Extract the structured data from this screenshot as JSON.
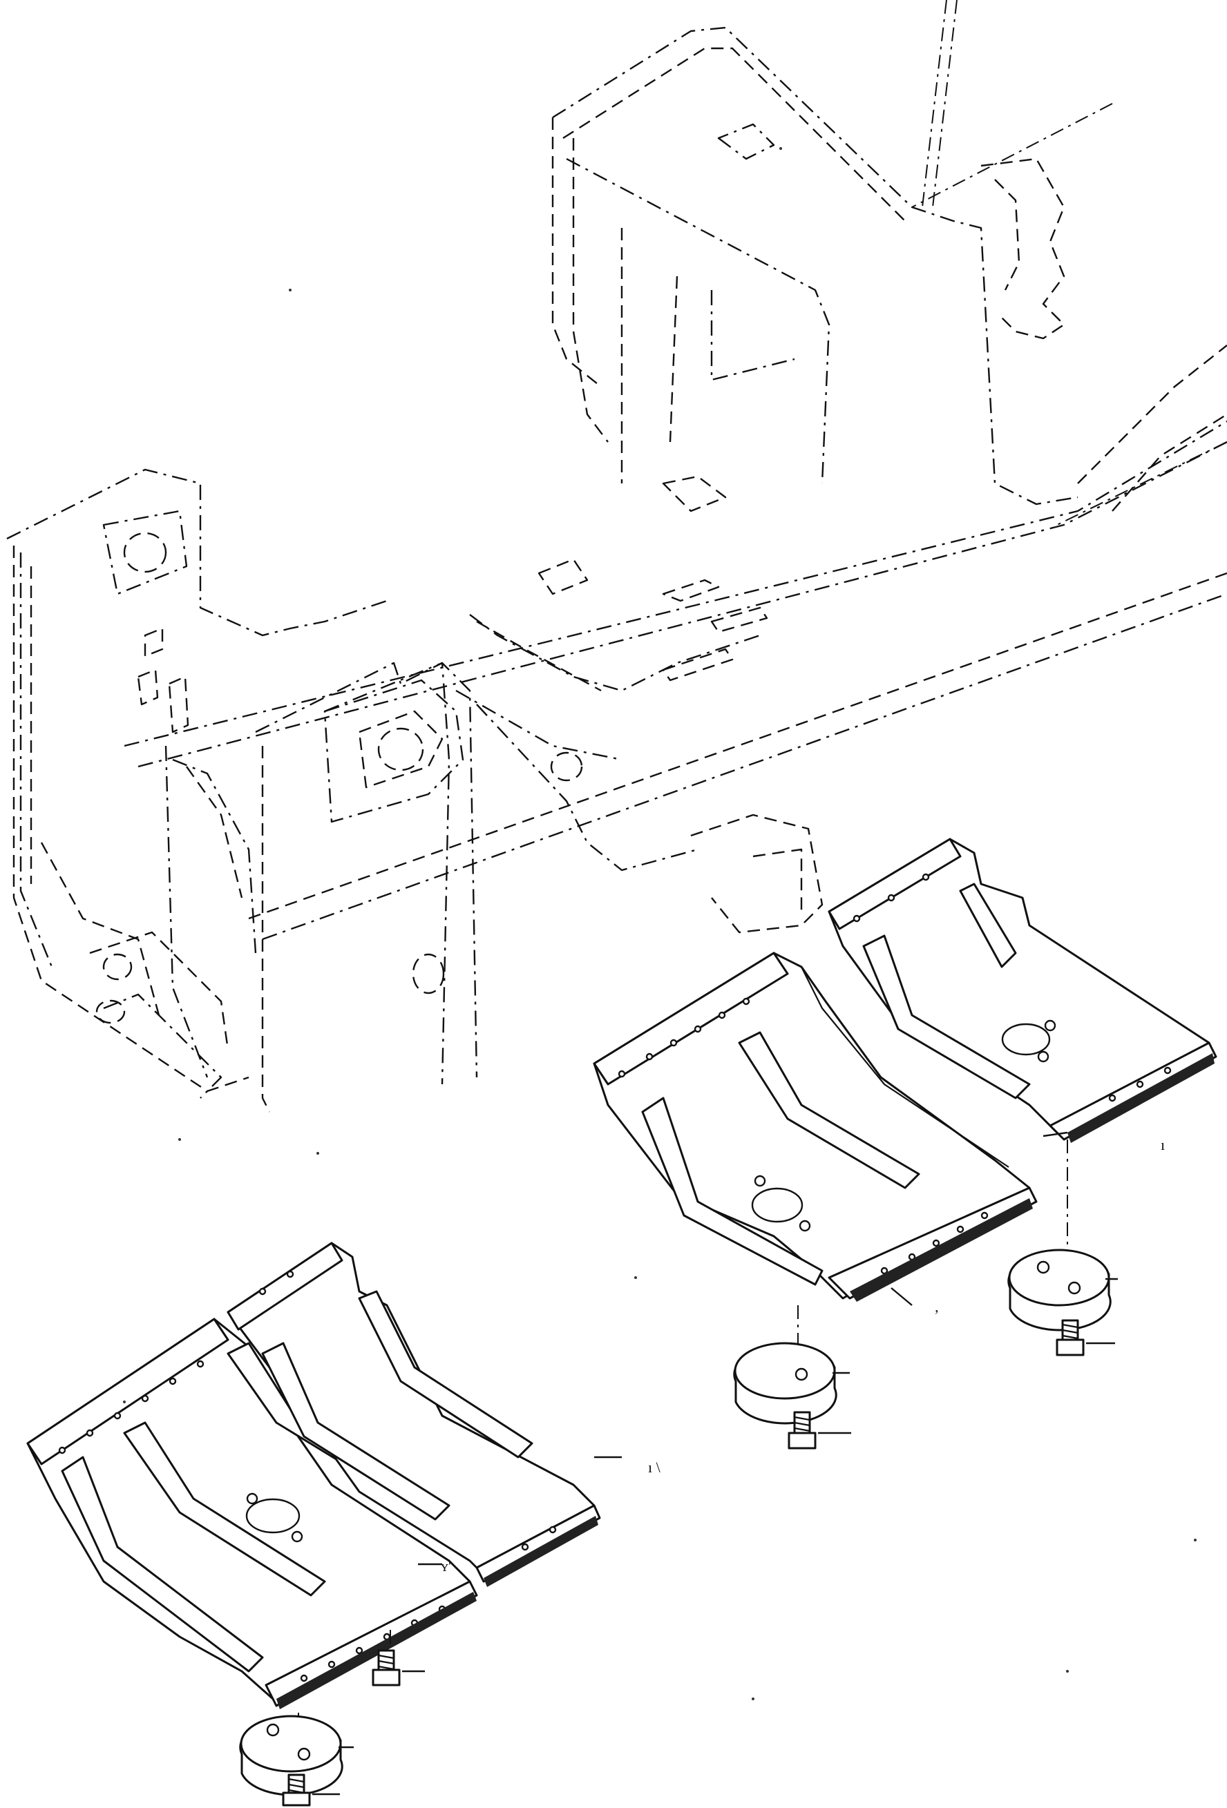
{
  "callouts": {
    "mark_a": "ı",
    "mark_b": "ʼ",
    "mark_c": "ı   \\",
    "mark_d": "ʏ'"
  }
}
